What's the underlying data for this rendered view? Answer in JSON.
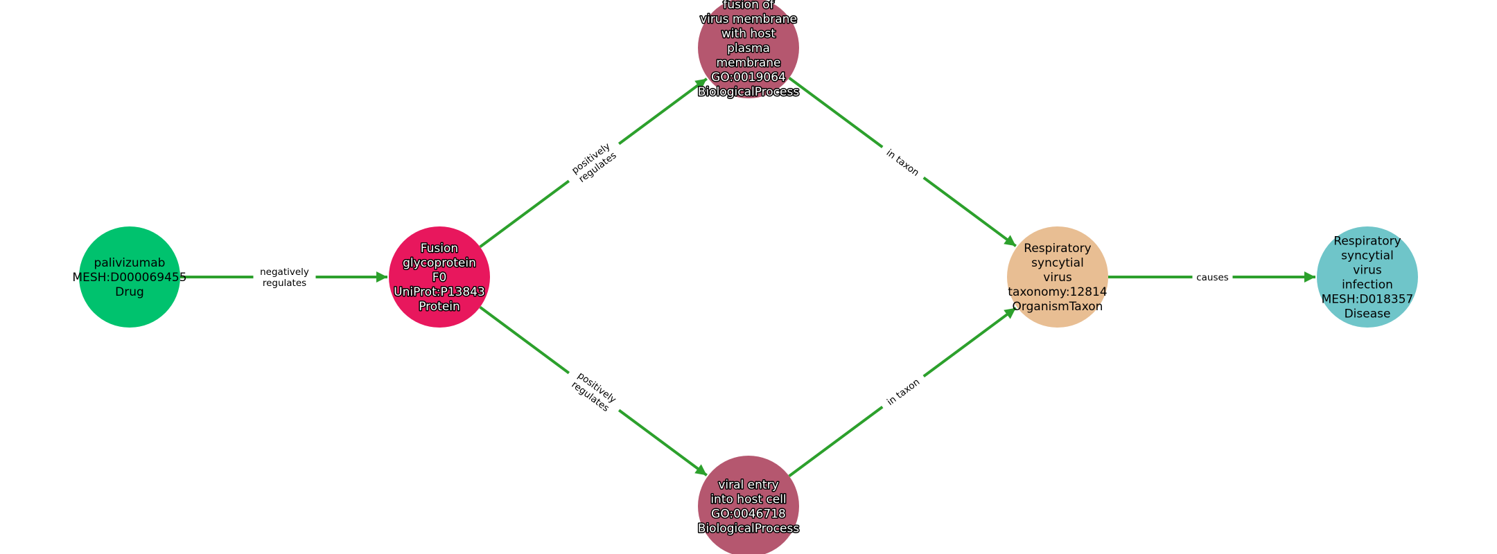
{
  "nodes": [
    {
      "id": "palivizumab",
      "lines": [
        "palivizumab",
        "MESH:D000069455",
        "Drug"
      ],
      "color": "#00c26e",
      "text_style": "plain"
    },
    {
      "id": "fusion-glycoprotein",
      "lines": [
        "Fusion",
        "glycoprotein",
        "F0",
        "UniProt:P13843",
        "Protein"
      ],
      "color": "#e8175d",
      "text_style": "outline"
    },
    {
      "id": "membrane-fusion",
      "lines": [
        "fusion of",
        "virus membrane",
        "with host",
        "plasma",
        "membrane",
        "GO:0019064",
        "BiologicalProcess"
      ],
      "color": "#b5576f",
      "text_style": "outline"
    },
    {
      "id": "viral-entry",
      "lines": [
        "viral entry",
        "into host cell",
        "GO:0046718",
        "BiologicalProcess"
      ],
      "color": "#b5576f",
      "text_style": "outline"
    },
    {
      "id": "rsv-taxon",
      "lines": [
        "Respiratory",
        "syncytial",
        "virus",
        "taxonomy:12814",
        "OrganismTaxon"
      ],
      "color": "#e8be93",
      "text_style": "plain"
    },
    {
      "id": "rsv-infection",
      "lines": [
        "Respiratory",
        "syncytial",
        "virus",
        "infection",
        "MESH:D018357",
        "Disease"
      ],
      "color": "#6fc5c9",
      "text_style": "plain"
    }
  ],
  "edges": [
    {
      "from": "palivizumab",
      "to": "fusion-glycoprotein",
      "lines": [
        "negatively",
        "regulates"
      ]
    },
    {
      "from": "fusion-glycoprotein",
      "to": "membrane-fusion",
      "lines": [
        "positively",
        "regulates"
      ]
    },
    {
      "from": "fusion-glycoprotein",
      "to": "viral-entry",
      "lines": [
        "positively",
        "regulates"
      ]
    },
    {
      "from": "membrane-fusion",
      "to": "rsv-taxon",
      "lines": [
        "in taxon"
      ]
    },
    {
      "from": "viral-entry",
      "to": "rsv-taxon",
      "lines": [
        "in taxon"
      ]
    },
    {
      "from": "rsv-taxon",
      "to": "rsv-infection",
      "lines": [
        "causes"
      ]
    }
  ],
  "edge_color": "#2ca02c"
}
